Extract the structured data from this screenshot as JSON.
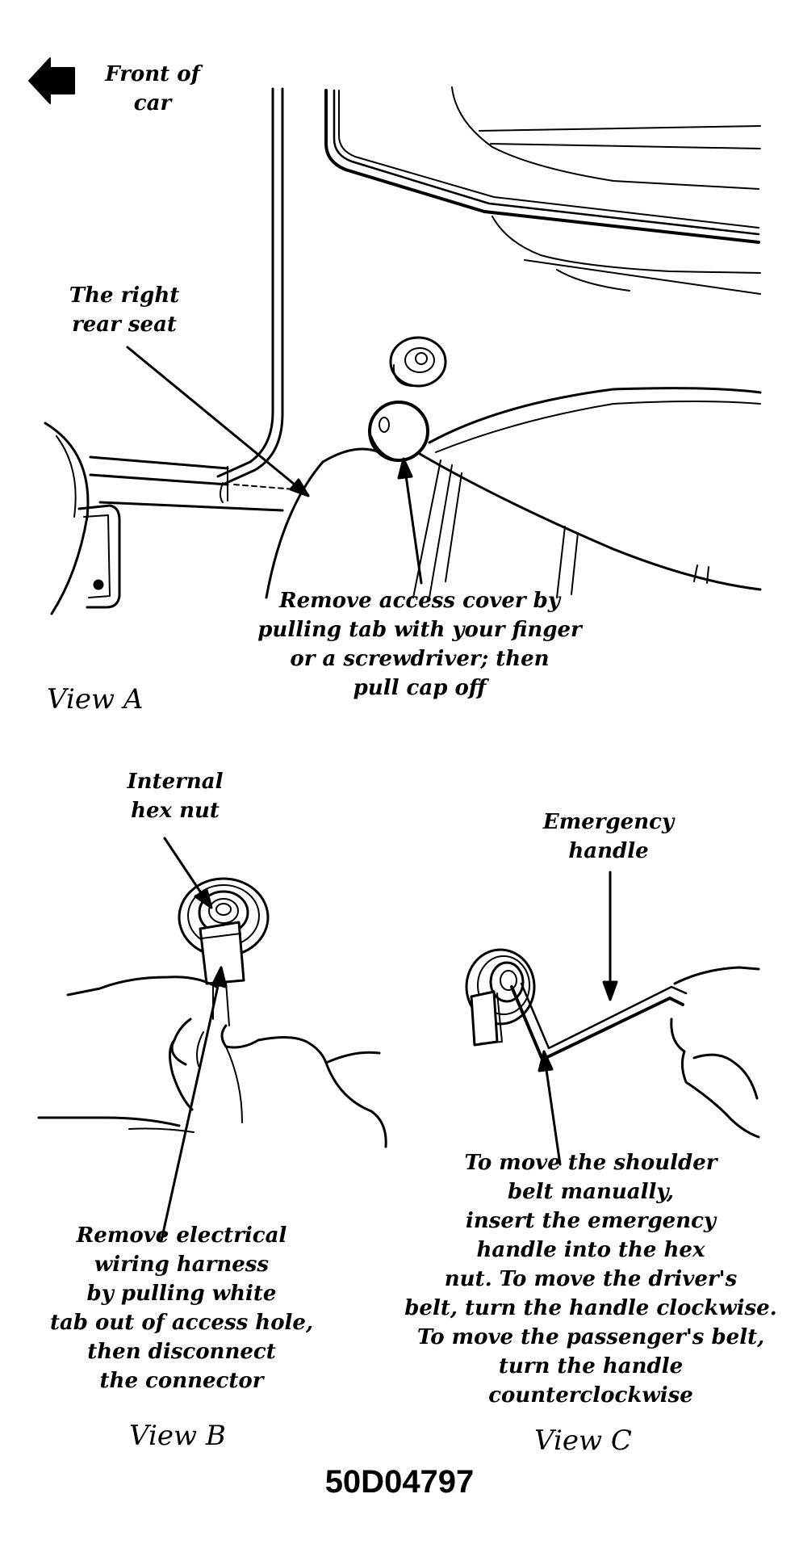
{
  "labels": {
    "front_of_car": [
      "Front of",
      "car"
    ],
    "right_rear_seat": [
      "The right",
      "rear seat"
    ],
    "remove_access_cover": [
      "Remove access cover by",
      "pulling tab with your finger",
      "or a screwdriver; then",
      "pull cap off"
    ],
    "internal_hex_nut": [
      "Internal",
      "hex nut"
    ],
    "emergency_handle": [
      "Emergency",
      "handle"
    ],
    "remove_harness": [
      "Remove electrical",
      "wiring harness",
      "by pulling white",
      "tab out of access hole,",
      "then disconnect",
      "the connector"
    ],
    "move_belt": [
      "To move the shoulder",
      "belt manually,",
      "insert the emergency",
      "handle into the hex",
      "nut. To move the driver's",
      "belt, turn the handle clockwise.",
      "To move the passenger's belt,",
      "turn the handle",
      "counterclockwise"
    ]
  },
  "views": {
    "a": "View A",
    "b": "View B",
    "c": "View C"
  },
  "figure_code": "50D04797",
  "icons": {
    "direction_arrow": "left-arrow-icon"
  }
}
